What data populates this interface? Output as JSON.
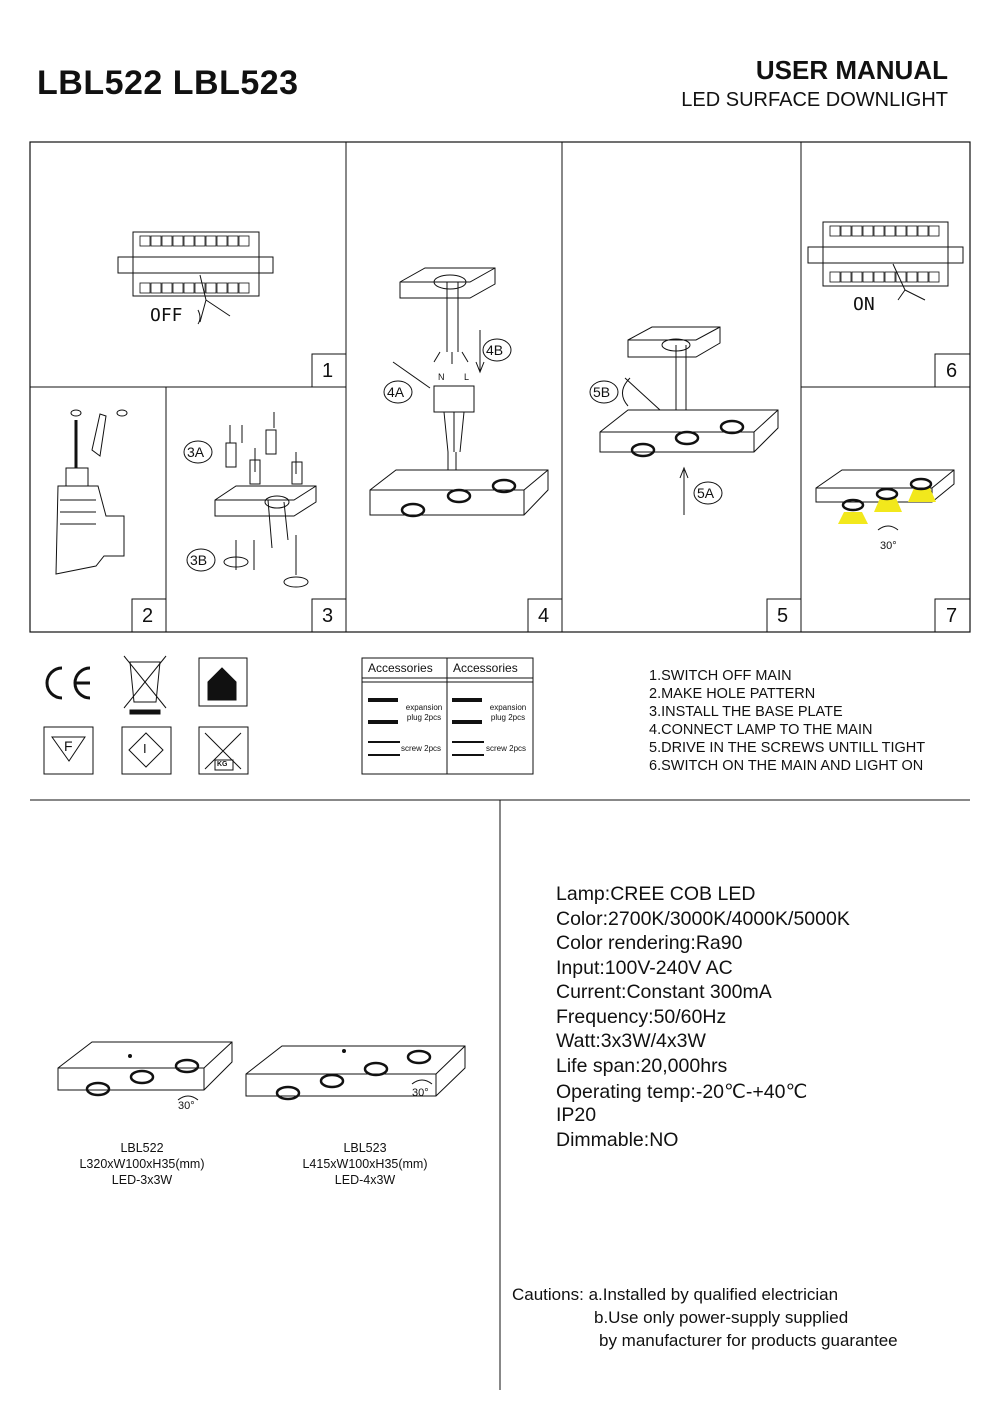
{
  "header": {
    "models": "LBL522 LBL523",
    "manual_title": "USER MANUAL",
    "product": "LED SURFACE DOWNLIGHT"
  },
  "steps": {
    "panel_numbers": [
      "1",
      "2",
      "3",
      "4",
      "5",
      "6",
      "7"
    ],
    "label_off": "OFF",
    "label_on": "ON",
    "callouts": [
      "3A",
      "3B",
      "4A",
      "4B",
      "5A",
      "5B"
    ],
    "terminal_letters": [
      "N",
      "L"
    ],
    "tilt": "30°"
  },
  "symbols": [
    "ce-mark-icon",
    "weee-bin-icon",
    "indoor-use-icon",
    "f-mark-icon",
    "class-ii-icon",
    "weight-icon"
  ],
  "symbol_text": {
    "f": "F",
    "class": "I",
    "kg": "KG"
  },
  "accessories": {
    "header": [
      "Accessories",
      "Accessories"
    ],
    "items": [
      {
        "label": "expansion plug 2pcs"
      },
      {
        "label": "screw 2pcs"
      }
    ]
  },
  "instructions": [
    "1.SWITCH OFF MAIN",
    "2.MAKE HOLE PATTERN",
    "3.INSTALL THE BASE PLATE",
    "4.CONNECT LAMP TO THE MAIN",
    "5.DRIVE IN THE SCREWS UNTILL TIGHT",
    "6.SWITCH ON THE MAIN AND LIGHT ON"
  ],
  "specs": [
    {
      "k": "Lamp",
      "sep": ":",
      "v": "CREE COB LED"
    },
    {
      "k": "Color",
      "sep": ":",
      "v": "2700K/3000K/4000K/5000K"
    },
    {
      "k": "Color rendering",
      "sep": ":",
      "v": "Ra90"
    },
    {
      "k": "Input",
      "sep": ":",
      "v": "100V-240V AC"
    },
    {
      "k": "Current",
      "sep": ":",
      "v": "Constant 300mA"
    },
    {
      "k": "Frequency",
      "sep": ":",
      "v": "50/60Hz"
    },
    {
      "k": "Watt",
      "sep": ":",
      "v": "3x3W/4x3W"
    },
    {
      "k": "Life span",
      "sep": ":",
      "v": "20,000hrs"
    },
    {
      "k": "Operating temp",
      "sep": ":",
      "v": "-20℃-+40℃"
    },
    {
      "k": "IP20",
      "sep": "",
      "v": ""
    },
    {
      "k": "Dimmable",
      "sep": ":",
      "v": "NO"
    }
  ],
  "products": [
    {
      "name": "LBL522",
      "dims": "L320xW100xH35(mm)",
      "power": "LED-3x3W",
      "tilt": "30°"
    },
    {
      "name": "LBL523",
      "dims": "L415xW100xH35(mm)",
      "power": "LED-4x3W",
      "tilt": "30°"
    }
  ],
  "cautions": {
    "label": "Cautions:",
    "lines": [
      "a.Installed by qualified electrician",
      "b.Use only power-supply supplied",
      "by manufacturer for products guarantee"
    ]
  },
  "colors": {
    "ink": "#111111",
    "light_glow": "#f2e81c"
  }
}
